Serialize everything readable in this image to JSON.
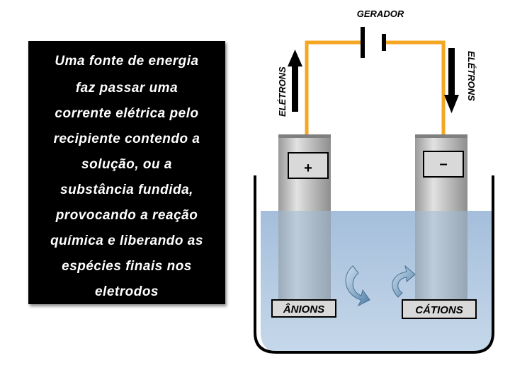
{
  "text_lines": [
    "Uma fonte de energia",
    "faz passar uma",
    "corrente elétrica pelo",
    "recipiente contendo a",
    "solução, ou a",
    "substância fundida,",
    "provocando a reação",
    "química e liberando as",
    "espécies finais nos",
    "eletrodos"
  ],
  "diagram": {
    "generator_label": "GERADOR",
    "electrons_left": "ELÉTRONS",
    "electrons_right": "ELÉTRONS",
    "anode_sign": "+",
    "cathode_sign": "–",
    "anions_label": "ÂNIONS",
    "cations_label": "CÁTIONS"
  },
  "colors": {
    "wire": "#f5a623",
    "solution": "#a9c3dd",
    "electrode": "#c4c4c4",
    "panel": "#000000"
  }
}
